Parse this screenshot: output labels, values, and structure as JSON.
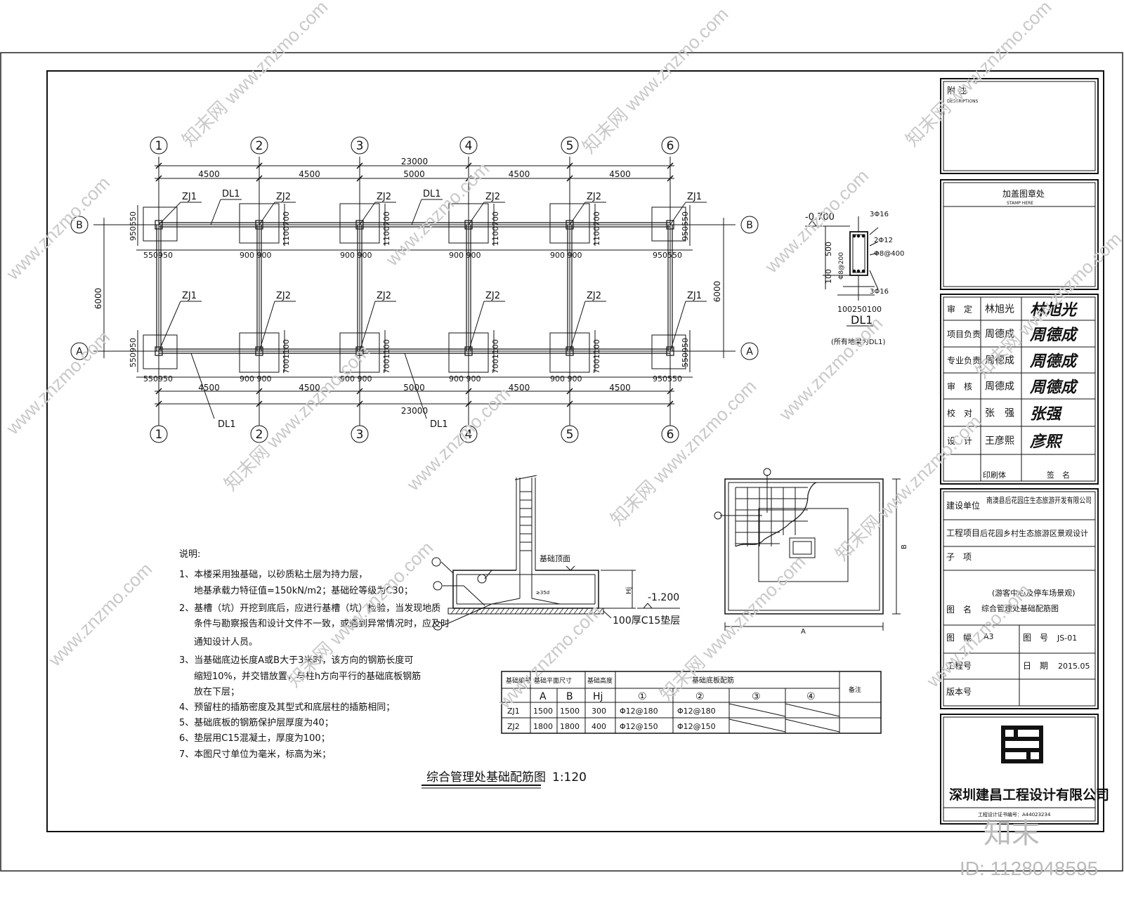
{
  "plan": {
    "axes_top": [
      "1",
      "2",
      "3",
      "4",
      "5",
      "6"
    ],
    "axes_side": [
      "B",
      "A"
    ],
    "dims_total": "23000",
    "dims_bays": [
      "4500",
      "4500",
      "5000",
      "4500",
      "4500"
    ],
    "dim_height": "6000",
    "footing_dims": {
      "edge_v": [
        "950",
        "550"
      ],
      "inner_v": [
        "1100",
        "700"
      ],
      "edge_h": [
        "550",
        "950"
      ],
      "inner_h": [
        "900",
        "900"
      ],
      "edge_h_right": [
        "950",
        "550"
      ]
    },
    "labels": {
      "zj1": "ZJ1",
      "zj2": "ZJ2",
      "dl1": "DL1"
    }
  },
  "section_dl1": {
    "level": "-0.700",
    "top_bar": "3Φ16",
    "side_bar": "2Φ12",
    "stirrup": "Φ8@400",
    "bottom_bar": "3Φ16",
    "dims_v": [
      "500",
      "100"
    ],
    "inner_v": "Φ8@200",
    "dims_h": "100250100",
    "name": "DL1",
    "note": "(所有地梁为DL1)"
  },
  "footing_section": {
    "top_label": "基础顶面",
    "hj": "Hj",
    "level": "-1.200",
    "pad": "100厚C15垫层",
    "anchor": "≥35d"
  },
  "footing_plan": {
    "a": "A",
    "b": "B"
  },
  "notes": {
    "title": "说明:",
    "items": [
      "1、本楼采用独基础，以砂质粘土层为持力层，",
      "地基承载力特征值=150kN/m2；基础砼等级为C30；",
      "2、基槽（坑）开挖到底后，应进行基槽（坑）检验，当发现地质",
      "条件与勘察报告和设计文件不一致，或遇到异常情况时，应及时",
      "通知设计人员。",
      "3、当基础底边长度A或B大于3米时，该方向的钢筋长度可",
      "缩短10%，并交错放置，与柱h方向平行的基础底板钢筋",
      "放在下层；",
      "4、预留柱的插筋密度及其型式和底层柱的插筋相同；",
      "5、基础底板的钢筋保护层厚度为40；",
      "6、垫层用C15混凝土，厚度为100；",
      "7、本图尺寸单位为毫米，标高为米；"
    ]
  },
  "table": {
    "headers": [
      "基础编号",
      "基础平面尺寸",
      "基础高度",
      "基础底板配筋",
      "备注"
    ],
    "sub": [
      "A",
      "B",
      "Hj",
      "①",
      "②",
      "③",
      "④"
    ],
    "rows": [
      {
        "id": "ZJ1",
        "a": "1500",
        "b": "1500",
        "hj": "300",
        "r1": "Φ12@180",
        "r2": "Φ12@180"
      },
      {
        "id": "ZJ2",
        "a": "1800",
        "b": "1800",
        "hj": "400",
        "r1": "Φ12@150",
        "r2": "Φ12@150"
      }
    ]
  },
  "drawing_title": "综合管理处基础配筋图",
  "drawing_scale": "1:120",
  "title_block": {
    "notes_label": "附 注",
    "notes_en": "DESCRIPTIONS",
    "stamp_label": "加盖图章处",
    "stamp_en": "STAMP HERE",
    "roles": [
      {
        "label": "审　定",
        "name": "林旭光",
        "sign": "林旭光"
      },
      {
        "label": "项目负责",
        "name": "周德成",
        "sign": "周德成"
      },
      {
        "label": "专业负责",
        "name": "周德成",
        "sign": "周德成"
      },
      {
        "label": "审　核",
        "name": "周德成",
        "sign": "周德成"
      },
      {
        "label": "校　对",
        "name": "张　强",
        "sign": "张强"
      },
      {
        "label": "设　计",
        "name": "王彦熙",
        "sign": "彦熙"
      }
    ],
    "print_label": "印刷体",
    "sign_label": "签　名",
    "client_label": "建设单位",
    "client": "南澳县后花园庄生态旅游开发有限公司",
    "project_label": "工程项目",
    "project": "后花园乡村生态旅游区景观设计",
    "sub_label": "子　项",
    "drawing_label": "图　名",
    "drawing_name_1": "(游客中心及停车场景观)",
    "drawing_name_2": "综合管理处基础配筋图",
    "size_label": "图　幅",
    "size": "A3",
    "number_label": "图　号",
    "number": "JS-01",
    "job_label": "工程号",
    "date_label": "日　期",
    "date": "2015.05",
    "version_label": "版本号",
    "company": "深圳建昌工程设计有限公司",
    "cert": "工程设计证书编号：A44023234"
  },
  "watermark": "www.znzmo.com",
  "watermark_brand": "知末网",
  "corner_brand": "知末",
  "image_id": "ID: 1128048595"
}
